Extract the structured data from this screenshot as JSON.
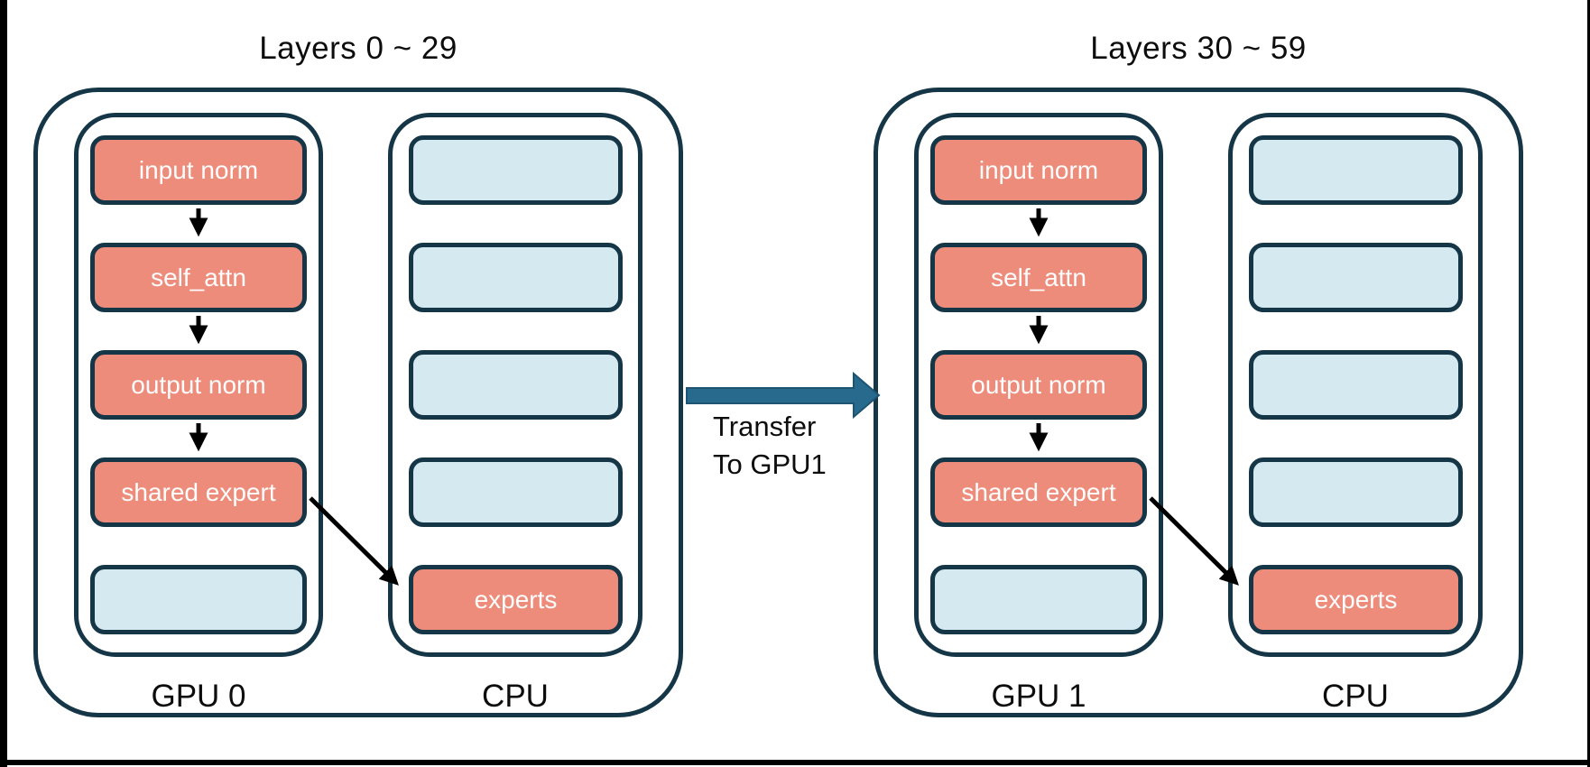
{
  "colors": {
    "border_navy": "#153647",
    "module_salmon": "#ee8c7b",
    "slot_blue": "#d5e9f0",
    "transfer_teal": "#276a8e",
    "transfer_teal_edge": "#1d5472",
    "arrow_black": "#000000",
    "text_dark": "#0d0d0d",
    "text_light": "#fdfdfd"
  },
  "groups": [
    {
      "title": "Layers 0 ~ 29",
      "columns": [
        {
          "label": "GPU 0",
          "boxes": [
            {
              "label": "input norm",
              "type": "module"
            },
            {
              "label": "self_attn",
              "type": "module"
            },
            {
              "label": "output norm",
              "type": "module"
            },
            {
              "label": "shared expert",
              "type": "module"
            },
            {
              "label": "",
              "type": "empty"
            }
          ]
        },
        {
          "label": "CPU",
          "boxes": [
            {
              "label": "",
              "type": "empty"
            },
            {
              "label": "",
              "type": "empty"
            },
            {
              "label": "",
              "type": "empty"
            },
            {
              "label": "",
              "type": "empty"
            },
            {
              "label": "experts",
              "type": "module"
            }
          ]
        }
      ]
    },
    {
      "title": "Layers 30 ~ 59",
      "columns": [
        {
          "label": "GPU 1",
          "boxes": [
            {
              "label": "input norm",
              "type": "module"
            },
            {
              "label": "self_attn",
              "type": "module"
            },
            {
              "label": "output norm",
              "type": "module"
            },
            {
              "label": "shared expert",
              "type": "module"
            },
            {
              "label": "",
              "type": "empty"
            }
          ]
        },
        {
          "label": "CPU",
          "boxes": [
            {
              "label": "",
              "type": "empty"
            },
            {
              "label": "",
              "type": "empty"
            },
            {
              "label": "",
              "type": "empty"
            },
            {
              "label": "",
              "type": "empty"
            },
            {
              "label": "experts",
              "type": "module"
            }
          ]
        }
      ]
    }
  ],
  "transfer": {
    "line1": "Transfer",
    "line2": "To GPU1"
  }
}
